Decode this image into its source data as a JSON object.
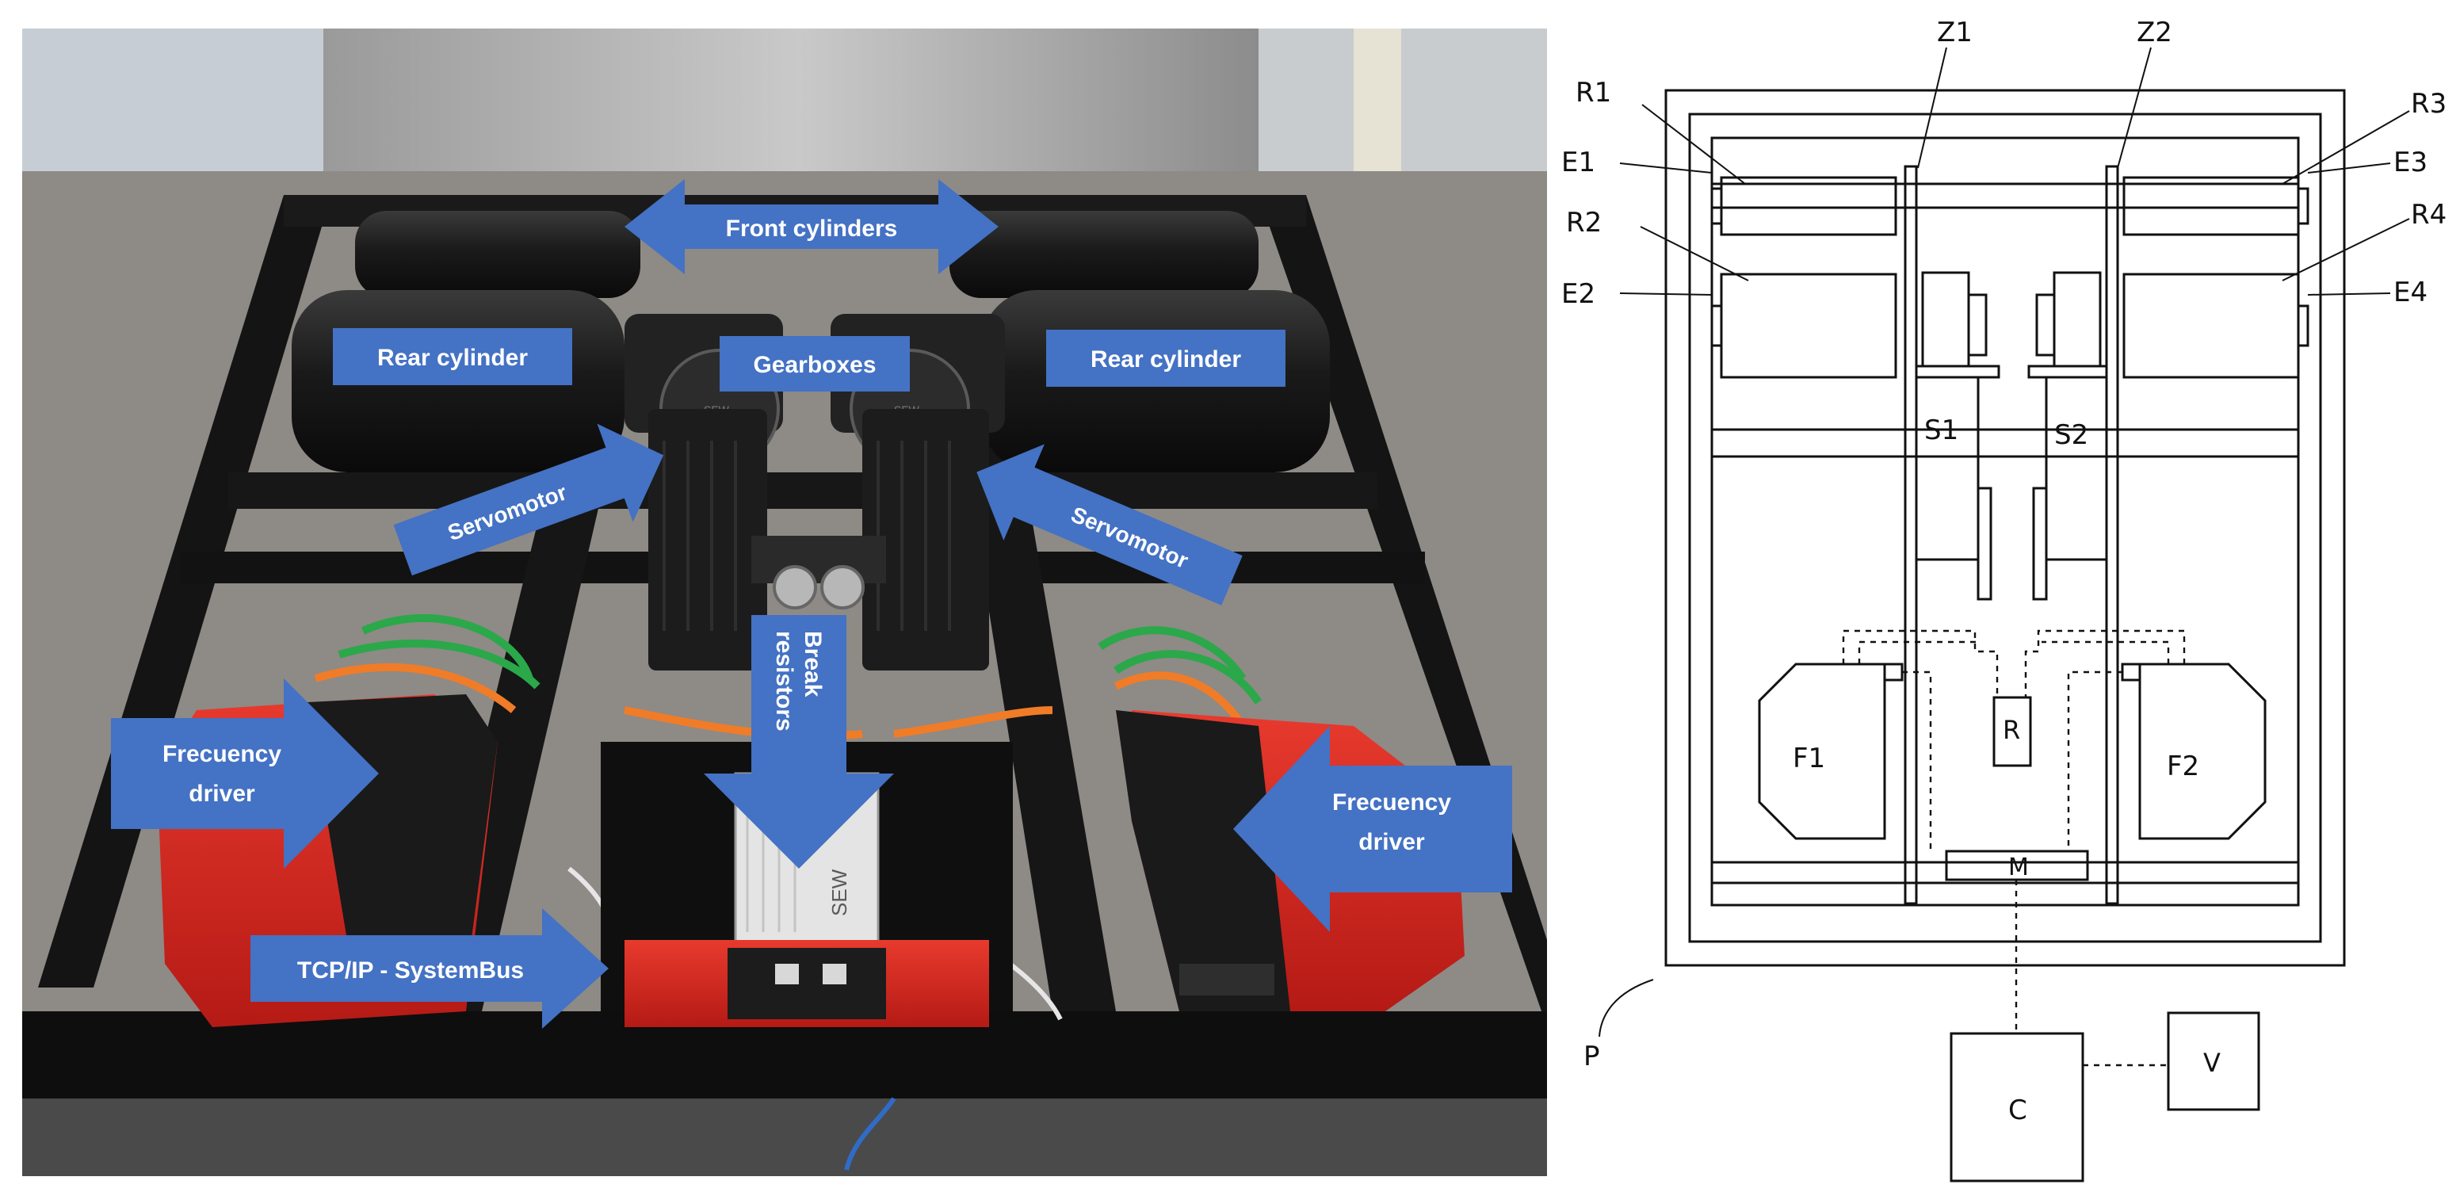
{
  "colors": {
    "callout_blue": "#4472C4",
    "callout_text": "#FFFFFF",
    "driver_red": "#D8241E",
    "frame_black": "#111111",
    "floor_gray": "#8E8A86",
    "green_cable": "#2BA84A",
    "orange_cable": "#F07C28",
    "line_ink": "#111111"
  },
  "photo": {
    "callouts": {
      "front_cylinders": "Front cylinders",
      "rear_cylinder_left": "Rear cylinder",
      "rear_cylinder_right": "Rear cylinder",
      "gearboxes": "Gearboxes",
      "servomotor_left": "Servomotor",
      "servomotor_right": "Servomotor",
      "break_resistors_1": "Break",
      "break_resistors_2": "resistors",
      "frecuency_driver_left_1": "Frecuency",
      "frecuency_driver_left_2": "driver",
      "frecuency_driver_right_1": "Frecuency",
      "frecuency_driver_right_2": "driver",
      "tcpip_systembus": "TCP/IP - SystemBus"
    },
    "device_marks": {
      "sew_logo": "SEW",
      "gear_mark_left": "SEW",
      "gear_mark_right": "SEW"
    }
  },
  "schematic": {
    "labels": {
      "Z1": "Z1",
      "Z2": "Z2",
      "R1": "R1",
      "R2": "R2",
      "R3": "R3",
      "R4": "R4",
      "E1": "E1",
      "E2": "E2",
      "E3": "E3",
      "E4": "E4",
      "S1": "S1",
      "S2": "S2",
      "F1": "F1",
      "F2": "F2",
      "R": "R",
      "M": "M",
      "C": "C",
      "V": "V",
      "P": "P"
    }
  }
}
